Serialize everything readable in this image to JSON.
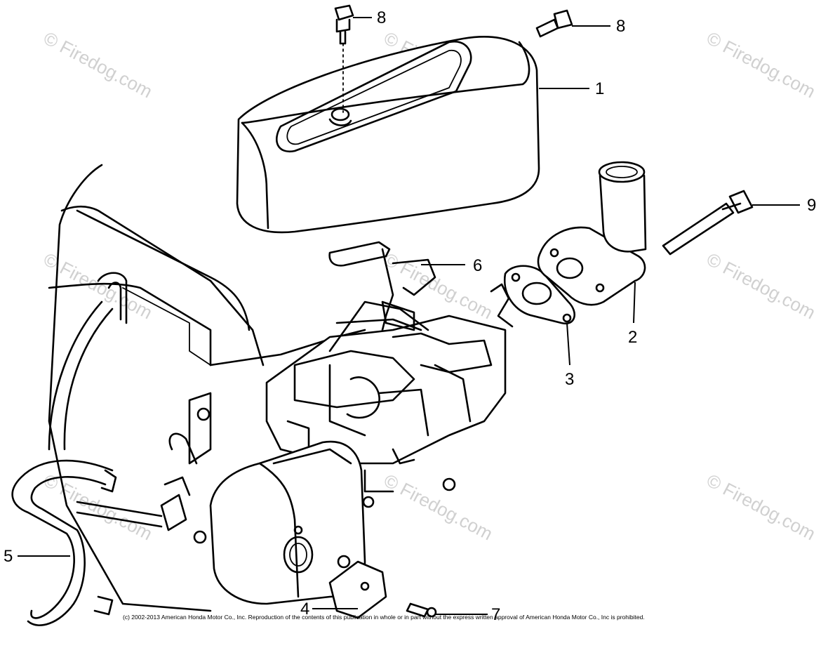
{
  "callouts": {
    "c1": "1",
    "c2": "2",
    "c3": "3",
    "c4": "4",
    "c5": "5",
    "c6": "6",
    "c7": "7",
    "c8a": "8",
    "c8b": "8",
    "c9": "9"
  },
  "watermark_text": "© Firedog.com",
  "copyright": "(c) 2002-2013 American Honda Motor Co., Inc. Reproduction of the contents of this publication in whole or in part without the express written approval of American Honda Motor Co., Inc is prohibited.",
  "colors": {
    "line": "#000000",
    "background": "#ffffff",
    "watermark": "#d0d0d0"
  }
}
